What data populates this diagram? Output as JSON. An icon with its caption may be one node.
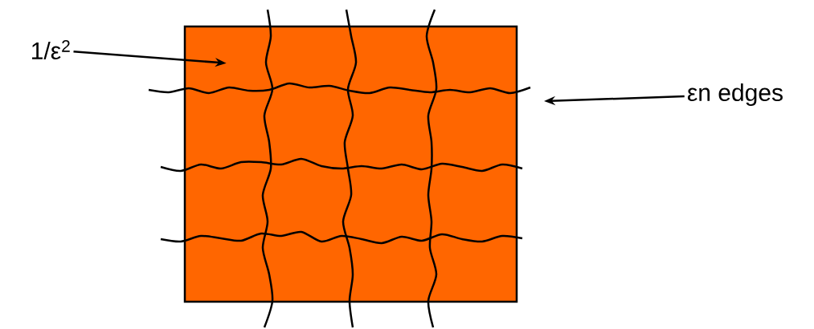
{
  "diagram": {
    "nodes": [
      {
        "text": [
          "1/ε$^{2}$"
        ]
      },
      {
        "text": [],
        "shape": "box"
      },
      {
        "text": [
          "εn edges"
        ]
      }
    ],
    "edges": [
      {
        "from": 0,
        "to": 1,
        "arrow": "to"
      },
      {
        "from": 2,
        "to": null,
        "arrow": "to"
      }
    ]
  }
}
